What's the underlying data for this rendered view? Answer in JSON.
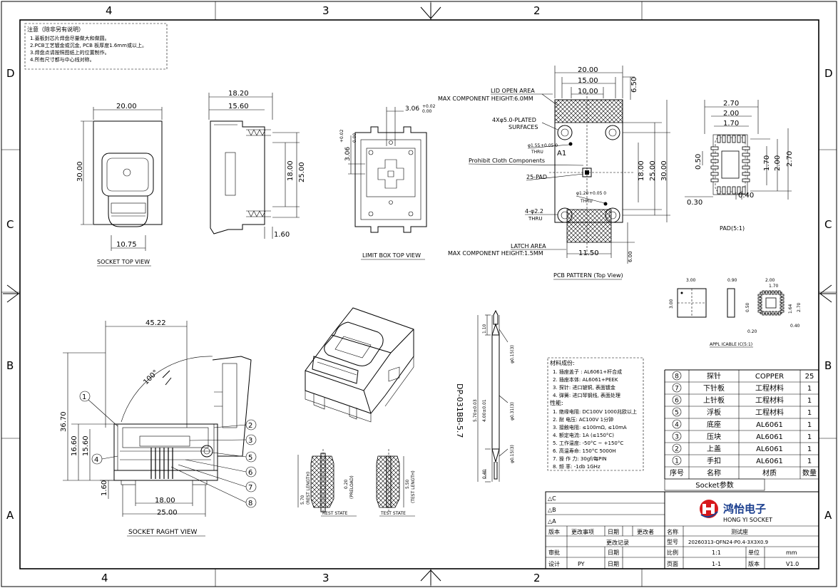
{
  "border": {
    "cols_top": [
      "4",
      "3",
      "2"
    ],
    "cols_bottom": [
      "4",
      "3",
      "2"
    ],
    "rows_left": [
      "D",
      "C",
      "B",
      "A"
    ],
    "rows_right": [
      "D",
      "C",
      "B",
      "A"
    ]
  },
  "notes": {
    "title": "注意（除非另有说明）",
    "lines": [
      "1.蓋板封芯片焊盘尽量做大和做圆。",
      "2.PCB工艺镀金或沉金, PCB 板厚度1.6mm或以上。",
      "3.焊盘点请按照图纸上的位置制作。",
      "4.所有尺寸都与中心线对称。"
    ]
  },
  "socket_top_view": {
    "caption": "SOCKET TOP VIEW",
    "dim_width": "20.00",
    "dim_height": "30.00",
    "dim_latch": "10.75"
  },
  "side_view": {
    "dim_a": "18.20",
    "dim_b": "15.60",
    "dim_c": "18.00",
    "dim_d": "25.00",
    "dim_e": "1.60"
  },
  "limit_box": {
    "caption": "LIMIT BOX   TOP VIEW",
    "dim_x": "3.06",
    "dim_x_tol_up": "+0.02",
    "dim_x_tol_dn": "0.00",
    "dim_y": "3.06",
    "dim_y_tol_up": "+0.02",
    "dim_y_tol_dn": "0.00"
  },
  "pcb_pattern": {
    "caption": "PCB PATTERN (Top View)",
    "dim_20": "20.00",
    "dim_15": "15.00",
    "dim_10": "10.00",
    "dim_650": "6.50",
    "lid_label_1": "LID OPEN AREA",
    "lid_label_2": "MAX COMPONENT HEIGHT:6.0MM",
    "holes_1": "4Xφ5.0-PLATED",
    "holes_2": "SURFACES",
    "small_hole": "φ1.55",
    "small_hole_tol": "+0.05 0",
    "thru": "THRU",
    "a1": "A1",
    "prohibit": "Prohibit Cloth Components",
    "pad25": "25-PAD",
    "hole2": "φ1.20",
    "hole2_tol": "+0.05 0",
    "thru2": "THRU",
    "holes4": "4-φ2.2",
    "thru3": "THRU",
    "dim_18": "18.00",
    "dim_25": "25.00",
    "dim_30": "30.00",
    "latch_1": "LATCH AREA",
    "latch_2": "MAX COMPONENT HEIGHT:1.5MM",
    "dim_1150": "11.50",
    "dim_600": "6.00"
  },
  "pad": {
    "caption": "PAD(5:1)",
    "d270": "2.70",
    "d200": "2.00",
    "d170": "1.70",
    "d050": "0.50",
    "v170": "1.70",
    "v200": "2.00",
    "v270": "2.70",
    "d040": "0.40",
    "d030": "0.30"
  },
  "applicable_ic": {
    "caption": "APPL ICABLE IC(5:1)",
    "a": "3.00",
    "b": "3.00",
    "c": "0.90",
    "d": "2.00",
    "e": "1.70",
    "f": "0.50",
    "g": "1.64",
    "h": "2.70",
    "i": "0.40",
    "j": "0.20"
  },
  "right_view": {
    "caption": "SOCKET RAGHT VIEW",
    "dim_4522": "45.22",
    "angle": "100°",
    "dim_3670": "36.70",
    "dim_1660": "16.60",
    "dim_1560": "15.60",
    "dim_160": "1.60",
    "dim_1800": "18.00",
    "dim_2500": "25.00",
    "balloons": [
      "1",
      "2",
      "3",
      "4",
      "5",
      "6",
      "7",
      "8"
    ]
  },
  "pogo": {
    "label": "DP-031BB-5.7",
    "d1": "1.10",
    "d2": "φ0.15(3)",
    "d3": "φ0.31(3)",
    "d4": "4.00±0.01",
    "d5": "5.70±0.03",
    "d6": "φ0.15(3)",
    "d7": "0.40"
  },
  "states": {
    "rest_caption": "REST STATE",
    "test_caption": "TEST STATE",
    "rest_dim": "5.70",
    "rest_dim_label": "(REST LENGTH)",
    "preload": "0.20",
    "preload_label": "(PRELOAD)",
    "test_dim": "5.50",
    "test_dim_label": "(TEST LENGTH)"
  },
  "specs": {
    "material_title": "材料成份:",
    "materials": [
      "1. 插座盖子 : AL6061+杆合成",
      "2. 插座本体: AL6061+PEEK",
      "3. 探针: 进口铍铜, 表面镀金",
      "4. 弹簧: 进口琴钢线, 表面处理"
    ],
    "perf_title": "性能:",
    "perf": [
      "1. 绝缘电阻: DC100V 1000兆欧以上",
      "2. 耐 电压: AC100V 1分钟",
      "3. 接触电阻: ≤100mΩ, ≤10mA",
      "4. 额定电流: 1A (≤150°C)",
      "5. 工作温度: -50°C ~ +150°C",
      "6. 高温寿命: 150°C 5000H",
      "7. 操 作 力: 30gf/每PIN",
      "8. 频   率: -1db  1GHz"
    ]
  },
  "bom": {
    "rows": [
      {
        "no": "8",
        "name": "探针",
        "material": "COPPER",
        "qty": "25"
      },
      {
        "no": "7",
        "name": "下针板",
        "material": "工程材料",
        "qty": "1"
      },
      {
        "no": "6",
        "name": "上针板",
        "material": "工程材料",
        "qty": "1"
      },
      {
        "no": "5",
        "name": "浮板",
        "material": "工程材料",
        "qty": "1"
      },
      {
        "no": "4",
        "name": "底座",
        "material": "AL6061",
        "qty": "1"
      },
      {
        "no": "3",
        "name": "压块",
        "material": "AL6061",
        "qty": "1"
      },
      {
        "no": "2",
        "name": "上盖",
        "material": "AL6061",
        "qty": "1"
      },
      {
        "no": "1",
        "name": "手扣",
        "material": "AL6061",
        "qty": "1"
      }
    ],
    "head_no": "序号",
    "head_name": "名称",
    "head_material": "材质",
    "head_qty": "数量",
    "param_title": "Socket参数"
  },
  "title_block": {
    "rev_c": "△C",
    "rev_b": "△B",
    "rev_a": "△A",
    "h_version": "版本",
    "h_change": "更改事项",
    "h_date": "日期",
    "h_changer": "更改者",
    "change_record": "更改记录",
    "approve": "审批",
    "design": "设计",
    "designer": "PY",
    "date1": "日期",
    "date2": "日期",
    "name_label": "名称",
    "name_value": "测试座",
    "model_label": "型号",
    "model_value": "20260313-QFN24-P0.4-3X3X0.9",
    "scale_label": "比例",
    "scale_value": "1:1",
    "unit_label": "单位",
    "unit_value": "mm",
    "page_label": "页面",
    "page_value": "1-1",
    "ver_label": "版本",
    "ver_value": "V1.0",
    "logo_cn": "鸿怡电子",
    "logo_en": "HONG YI SOCKET"
  }
}
